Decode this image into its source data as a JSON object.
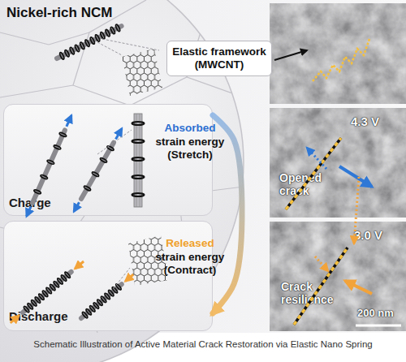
{
  "diagram": {
    "caption": "Schematic Illustration of Active Material Crack Restoration via Elastic Nano Spring",
    "nodes": [
      {
        "text": [
          "Charge"
        ]
      },
      {
        "text": [
          "Discharge"
        ]
      },
      {
        "text": [
          "Elastic framework (MWCNT)"
        ]
      },
      {
        "text": [
          "4.3 V",
          "Opened crack"
        ]
      },
      {
        "text": [
          "3.0 V",
          "Crack resilience",
          "200 nm"
        ]
      }
    ],
    "edges": [
      {
        "from": 0,
        "to": 1,
        "arrow": "to"
      }
    ],
    "labels": [
      "Nickel-rich NCM",
      "Absorbed",
      "strain energy (Stretch)",
      "Released",
      "strain energy (Contract)"
    ]
  }
}
